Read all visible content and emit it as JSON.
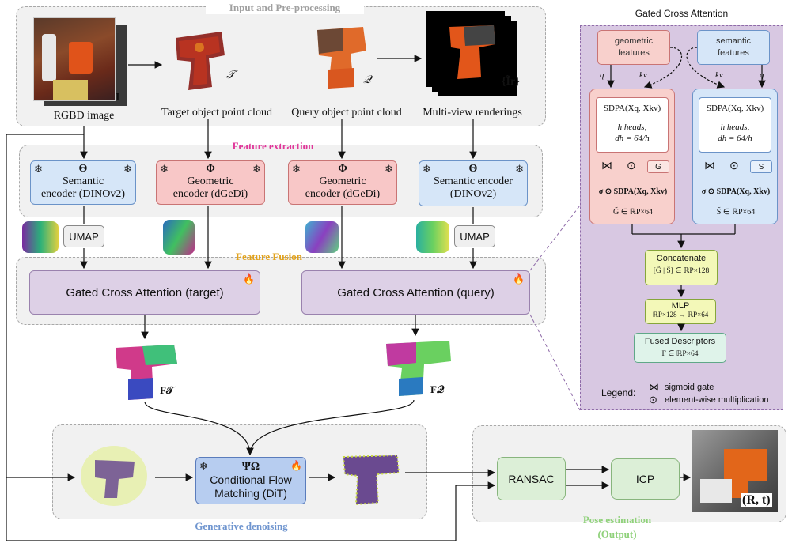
{
  "sections": {
    "input": "Input and Pre-processing",
    "feature_extraction": "Feature extraction",
    "feature_fusion": "Feature Fusion",
    "generative": "Generative denoising",
    "pose_line1": "Pose estimation",
    "pose_line2": "(Output)"
  },
  "inputs": {
    "rgbd_caption": "RGBD image",
    "rgbd_symbol": "I",
    "target_caption": "Target object point cloud",
    "target_symbol": "𝒯",
    "query_caption": "Query object point cloud",
    "query_symbol": "𝒬",
    "views_caption": "Multi-view renderings",
    "views_symbol": "{Ĩr}"
  },
  "encoders": [
    {
      "symbol": "Θ",
      "line1": "Semantic",
      "line2": "encoder (DINOv2)"
    },
    {
      "symbol": "Φ",
      "line1": "Geometric",
      "line2": "encoder (dGeDi)"
    },
    {
      "symbol": "Φ",
      "line1": "Geometric",
      "line2": "encoder (dGeDi)"
    },
    {
      "symbol": "Θ",
      "line1": "Semantic encoder",
      "line2": "(DINOv2)"
    }
  ],
  "umap_label": "UMAP",
  "fusion": {
    "target": "Gated Cross Attention (target)",
    "query": "Gated Cross Attention (query)"
  },
  "fused": {
    "target_symbol": "F𝒯",
    "query_symbol": "F𝒬"
  },
  "denoise": {
    "symbol": "ΨΩ",
    "line1": "Conditional Flow",
    "line2": "Matching (DiT)"
  },
  "pose": {
    "ransac": "RANSAC",
    "icp": "ICP",
    "result": "(R, t)"
  },
  "gca_panel": {
    "title": "Gated Cross Attention",
    "geo_features": [
      "geometric",
      "features"
    ],
    "sem_features": [
      "semantic",
      "features"
    ],
    "q": "q",
    "kv": "kv",
    "sdpa": "SDPA(Xq, Xkv)",
    "heads": "h heads,",
    "dh": "dh = 64/h",
    "gate_sym": "⋈",
    "mult_sym": "⊙",
    "g_label": "G",
    "s_label": "S",
    "gated_expr": "σ ⊙ SDPA(Xq, Xkv)",
    "g_out": "G̃ ∈ ℝP×64",
    "s_out": "S̃ ∈ ℝP×64",
    "concat_title": "Concatenate",
    "concat_expr": "[G̃ | S̃] ∈ ℝP×128",
    "mlp_title": "MLP",
    "mlp_expr": "ℝP×128 → ℝP×64",
    "fused_title": "Fused Descriptors",
    "fused_expr": "F ∈ ℝP×64",
    "legend_title": "Legend:",
    "legend_gate": "sigmoid gate",
    "legend_mult": "element-wise multiplication"
  },
  "colors": {
    "semantic": "#d6e6f8",
    "geometric": "#f8c7c7",
    "fusion": "#ddd0e6",
    "denoise": "#b7cdf0",
    "pose": "#dcefd7",
    "section_pink": "#e0379a",
    "section_orange": "#e2a21b",
    "section_blue": "#6f95cf",
    "section_green": "#8fd17a"
  }
}
